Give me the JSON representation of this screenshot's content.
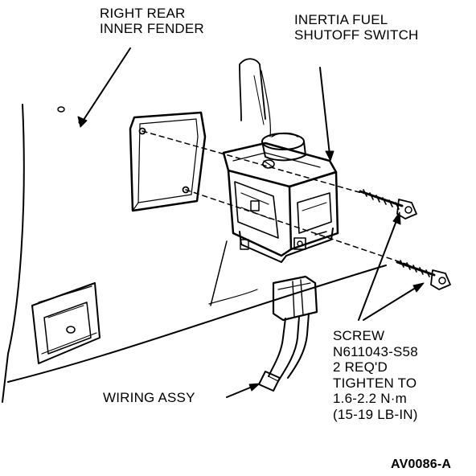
{
  "labels": {
    "fender": [
      "RIGHT REAR",
      "INNER FENDER"
    ],
    "switch": [
      "INERTIA FUEL",
      "SHUTOFF SWITCH"
    ],
    "screw": [
      "SCREW",
      "N611043-S58",
      "2 REQ'D",
      "TIGHTEN TO",
      "1.6-2.2 N·m",
      "(15-19 LB-IN)"
    ],
    "wiring": "WIRING ASSY",
    "figure_id": "AV0086-A"
  }
}
